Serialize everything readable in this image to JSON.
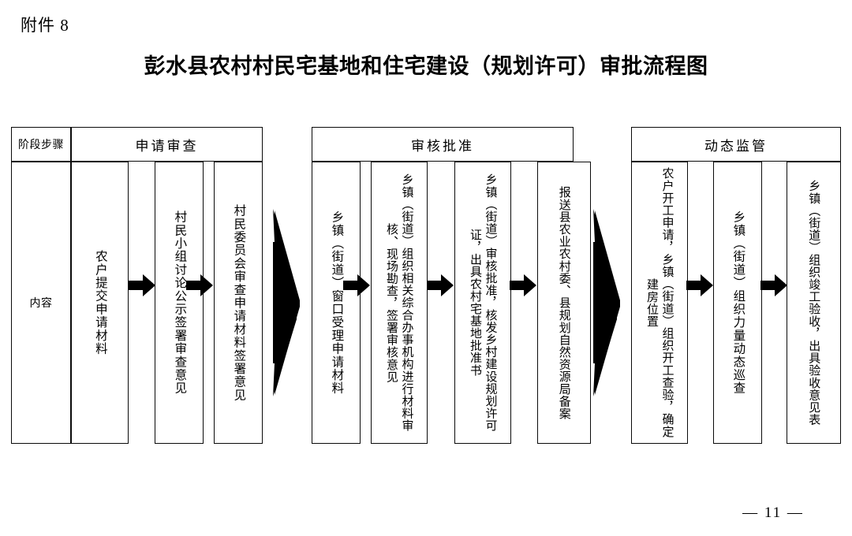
{
  "document": {
    "attachment_label": "附件 8",
    "title": "彭水县农村村民宅基地和住宅建设（规划许可）审批流程图",
    "page_number": "— 11 —"
  },
  "table": {
    "row_headers": {
      "stage_label": "阶段步骤",
      "content_label": "内容"
    },
    "groups": [
      {
        "id": "group-application-review",
        "label": "申请审查"
      },
      {
        "id": "group-approval",
        "label": "审核批准"
      },
      {
        "id": "group-dynamic-supervision",
        "label": "动态监管"
      }
    ]
  },
  "steps": [
    {
      "id": "step-1",
      "group": "申请审查",
      "text": "农户提交申请材料"
    },
    {
      "id": "step-2",
      "group": "申请审查",
      "text": "村民小组讨论公示签署审查意见"
    },
    {
      "id": "step-3",
      "group": "申请审查",
      "text": "村民委员会审查申请材料签署意见"
    },
    {
      "id": "step-4",
      "group": "审核批准",
      "text": "乡镇（街道）窗口受理申请材料"
    },
    {
      "id": "step-5",
      "group": "审核批准",
      "text": "乡镇（街道）组织相关综合办事机构进行材料审核、现场勘查，签署审核意见"
    },
    {
      "id": "step-6",
      "group": "审核批准",
      "text": "乡镇（街道）审核批准，核发乡村建设规划许可证，出具农村宅基地批准书"
    },
    {
      "id": "step-7",
      "group": "审核批准",
      "text": "报送县农业农村委、县规划自然资源局备案"
    },
    {
      "id": "step-8",
      "group": "动态监管",
      "text": "农户开工申请，乡镇（街道）组织开工查验，确定建房位置"
    },
    {
      "id": "step-9",
      "group": "动态监管",
      "text": "乡镇（街道）组织力量动态巡查"
    },
    {
      "id": "step-10",
      "group": "动态监管",
      "text": "乡镇（街道）组织竣工验收，出具验收意见表"
    }
  ],
  "connectors": {
    "small_arrow_icon": "arrow-right-icon",
    "big_arrow_icon": "thick-arrow-right-icon",
    "small_arrow_count": 8,
    "big_arrow_count": 2
  },
  "colors": {
    "ink": "#0a0a0a",
    "paper": "#ffffff",
    "arrow_fill": "#000000"
  }
}
